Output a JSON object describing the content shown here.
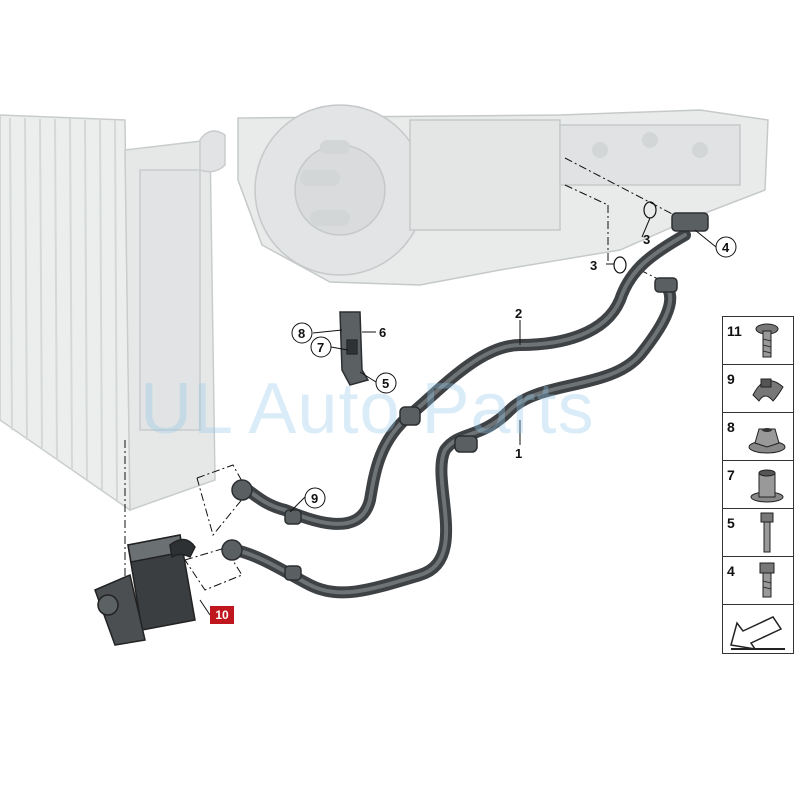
{
  "callouts": {
    "c1": "1",
    "c2": "2",
    "c3a": "3",
    "c3b": "3",
    "c4": "4",
    "c5": "5",
    "c6": "6",
    "c7": "7",
    "c8": "8",
    "c9": "9",
    "c10": "10"
  },
  "legend": [
    {
      "label": "11",
      "icon": "flange-bolt-icon"
    },
    {
      "label": "9",
      "icon": "hose-clip-icon"
    },
    {
      "label": "8",
      "icon": "hex-nut-icon"
    },
    {
      "label": "7",
      "icon": "collar-nut-icon"
    },
    {
      "label": "5",
      "icon": "hex-bolt-icon"
    },
    {
      "label": "4",
      "icon": "short-bolt-icon"
    }
  ],
  "watermark": "UL Auto Parts",
  "colors": {
    "hose": "#4a4f52",
    "ghost": "#d9dcdd",
    "tag": "#c0161d"
  }
}
